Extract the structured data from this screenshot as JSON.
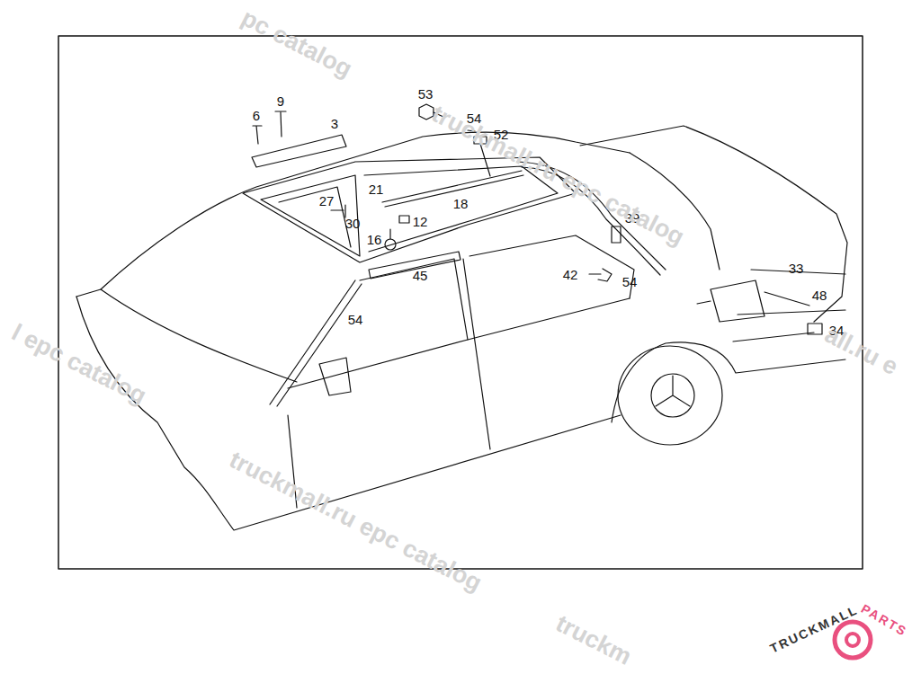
{
  "diagram": {
    "labels": [
      "53",
      "54",
      "52",
      "6",
      "9",
      "3",
      "27",
      "30",
      "21",
      "18",
      "12",
      "16",
      "39",
      "45",
      "42",
      "54",
      "33",
      "48",
      "34",
      "54",
      "pc catalog",
      "truckmall.ru epc catalog",
      "l epc catalog",
      "all.ru e",
      "truckmall.ru epc catalog",
      "truckm",
      "TRUCKMALL",
      "PARTS"
    ]
  }
}
